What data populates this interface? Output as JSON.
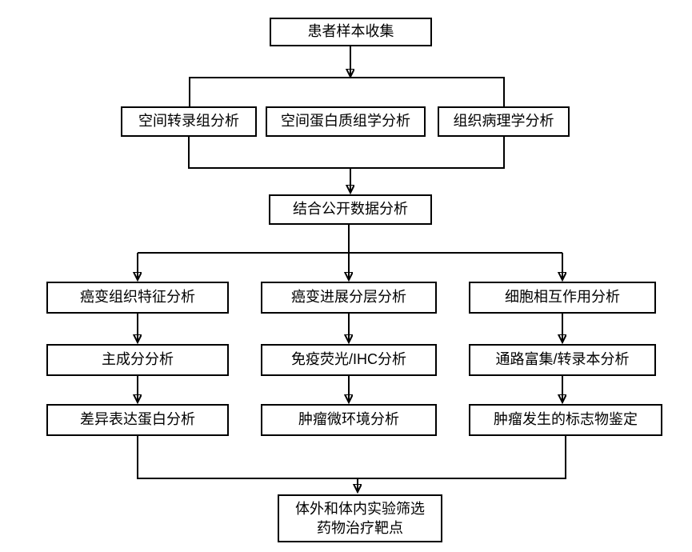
{
  "diagram": {
    "type": "flowchart",
    "background_color": "#ffffff",
    "box_fill_color": "#ffffff",
    "box_border_color": "#000000",
    "line_color": "#000000",
    "nodes": {
      "patient_sample": {
        "label": "患者样本收集"
      },
      "spatial_transcriptomics": {
        "label": "空间转录组分析"
      },
      "spatial_proteomics": {
        "label": "空间蛋白质组学分析"
      },
      "histopathology": {
        "label": "组织病理学分析"
      },
      "public_data": {
        "label": "结合公开数据分析"
      },
      "tissue_features": {
        "label": "癌变组织特征分析"
      },
      "progression": {
        "label": "癌变进展分层分析"
      },
      "cell_interaction": {
        "label": "细胞相互作用分析"
      },
      "pca": {
        "label": "主成分分析"
      },
      "if_ihc": {
        "label": "免疫荧光/IHC分析"
      },
      "pathway_enrichment": {
        "label": "通路富集/转录本分析"
      },
      "dep": {
        "label": "差异表达蛋白分析"
      },
      "tme": {
        "label": "肿瘤微环境分析"
      },
      "markers": {
        "label": "肿瘤发生的标志物鉴定"
      },
      "screening": {
        "label_line1": "体外和体内实验筛选",
        "label_line2": "药物治疗靶点"
      }
    },
    "edges": [
      {
        "from": "patient_sample",
        "to": "spatial_transcriptomics"
      },
      {
        "from": "patient_sample",
        "to": "spatial_proteomics"
      },
      {
        "from": "patient_sample",
        "to": "histopathology"
      },
      {
        "from": "spatial_transcriptomics",
        "to": "public_data"
      },
      {
        "from": "spatial_proteomics",
        "to": "public_data"
      },
      {
        "from": "histopathology",
        "to": "public_data"
      },
      {
        "from": "public_data",
        "to": "tissue_features"
      },
      {
        "from": "public_data",
        "to": "progression"
      },
      {
        "from": "public_data",
        "to": "cell_interaction"
      },
      {
        "from": "tissue_features",
        "to": "pca"
      },
      {
        "from": "pca",
        "to": "dep"
      },
      {
        "from": "progression",
        "to": "if_ihc"
      },
      {
        "from": "if_ihc",
        "to": "tme"
      },
      {
        "from": "cell_interaction",
        "to": "pathway_enrichment"
      },
      {
        "from": "pathway_enrichment",
        "to": "markers"
      },
      {
        "from": "dep",
        "to": "screening"
      },
      {
        "from": "tme",
        "to": "screening"
      },
      {
        "from": "markers",
        "to": "screening"
      }
    ]
  }
}
